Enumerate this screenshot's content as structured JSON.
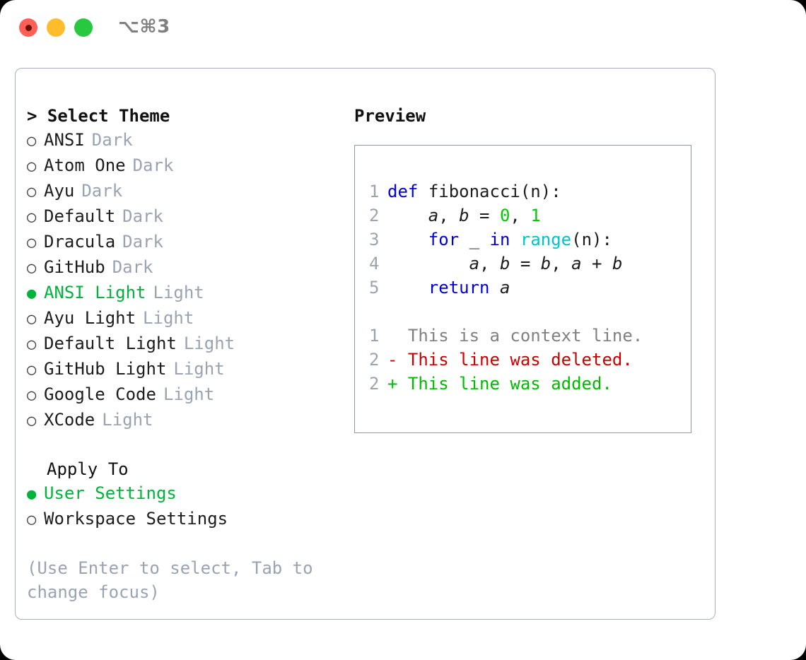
{
  "window": {
    "traffic_lights": [
      "close-red",
      "minimize-yellow",
      "maximize-green"
    ],
    "shortcut_label": "⌥⌘3"
  },
  "left_panel": {
    "heading": "Select Theme",
    "caret": ">",
    "bullet_on": "●",
    "bullet_off": "○",
    "themes": [
      {
        "name": "ANSI",
        "tag": "Dark",
        "selected": false
      },
      {
        "name": "Atom One",
        "tag": "Dark",
        "selected": false
      },
      {
        "name": "Ayu",
        "tag": "Dark",
        "selected": false
      },
      {
        "name": "Default",
        "tag": "Dark",
        "selected": false
      },
      {
        "name": "Dracula",
        "tag": "Dark",
        "selected": false
      },
      {
        "name": "GitHub",
        "tag": "Dark",
        "selected": false
      },
      {
        "name": "ANSI Light",
        "tag": "Light",
        "selected": true
      },
      {
        "name": "Ayu Light",
        "tag": "Light",
        "selected": false
      },
      {
        "name": "Default Light",
        "tag": "Light",
        "selected": false
      },
      {
        "name": "GitHub Light",
        "tag": "Light",
        "selected": false
      },
      {
        "name": "Google Code",
        "tag": "Light",
        "selected": false
      },
      {
        "name": "XCode",
        "tag": "Light",
        "selected": false
      }
    ],
    "apply_to_heading": "Apply To",
    "apply_to_options": [
      {
        "label": "User Settings",
        "selected": true
      },
      {
        "label": "Workspace Settings",
        "selected": false
      }
    ],
    "hint": "(Use Enter to select, Tab to change focus)"
  },
  "right_panel": {
    "title": "Preview",
    "code_lines": [
      {
        "no": "1",
        "tokens": [
          {
            "t": "def",
            "k": "kw"
          },
          {
            "t": " ",
            "k": "plain"
          },
          {
            "t": "fibonacci",
            "k": "fn"
          },
          {
            "t": "(n):",
            "k": "plain"
          }
        ]
      },
      {
        "no": "2",
        "tokens": [
          {
            "t": "    ",
            "k": "plain"
          },
          {
            "t": "a",
            "k": "var"
          },
          {
            "t": ", ",
            "k": "plain"
          },
          {
            "t": "b",
            "k": "var"
          },
          {
            "t": " = ",
            "k": "plain"
          },
          {
            "t": "0",
            "k": "num"
          },
          {
            "t": ", ",
            "k": "plain"
          },
          {
            "t": "1",
            "k": "num"
          }
        ]
      },
      {
        "no": "3",
        "tokens": [
          {
            "t": "    ",
            "k": "plain"
          },
          {
            "t": "for",
            "k": "kw"
          },
          {
            "t": " _ ",
            "k": "plain"
          },
          {
            "t": "in",
            "k": "kw"
          },
          {
            "t": " ",
            "k": "plain"
          },
          {
            "t": "range",
            "k": "builtin"
          },
          {
            "t": "(n):",
            "k": "plain"
          }
        ]
      },
      {
        "no": "4",
        "tokens": [
          {
            "t": "        ",
            "k": "plain"
          },
          {
            "t": "a",
            "k": "var"
          },
          {
            "t": ", ",
            "k": "plain"
          },
          {
            "t": "b",
            "k": "var"
          },
          {
            "t": " = ",
            "k": "plain"
          },
          {
            "t": "b",
            "k": "var"
          },
          {
            "t": ", ",
            "k": "plain"
          },
          {
            "t": "a",
            "k": "var"
          },
          {
            "t": " + ",
            "k": "plain"
          },
          {
            "t": "b",
            "k": "var"
          }
        ]
      },
      {
        "no": "5",
        "tokens": [
          {
            "t": "    ",
            "k": "plain"
          },
          {
            "t": "return",
            "k": "kw"
          },
          {
            "t": " ",
            "k": "plain"
          },
          {
            "t": "a",
            "k": "var"
          }
        ]
      }
    ],
    "diff_lines": [
      {
        "no": "1",
        "marker": " ",
        "text": " This is a context line.",
        "kind": "diff-ctx"
      },
      {
        "no": "2",
        "marker": "-",
        "text": " This line was deleted.",
        "kind": "diff-del"
      },
      {
        "no": "2",
        "marker": "+",
        "text": " This line was added.",
        "kind": "diff-add"
      }
    ]
  },
  "colors": {
    "accent_green": "#00b33c",
    "muted": "#99a3b3",
    "border": "#a8b0bf",
    "preview_border": "#8e98ab",
    "keyword_blue": "#0000dd",
    "builtin_cyan": "#00c4cc",
    "number_green": "#00cc00",
    "diff_add": "#00bb00",
    "diff_del": "#cc0000",
    "diff_ctx": "#808080",
    "traffic_red": "#ff5f57",
    "traffic_yellow": "#ffbd2e",
    "traffic_green": "#28c840"
  }
}
